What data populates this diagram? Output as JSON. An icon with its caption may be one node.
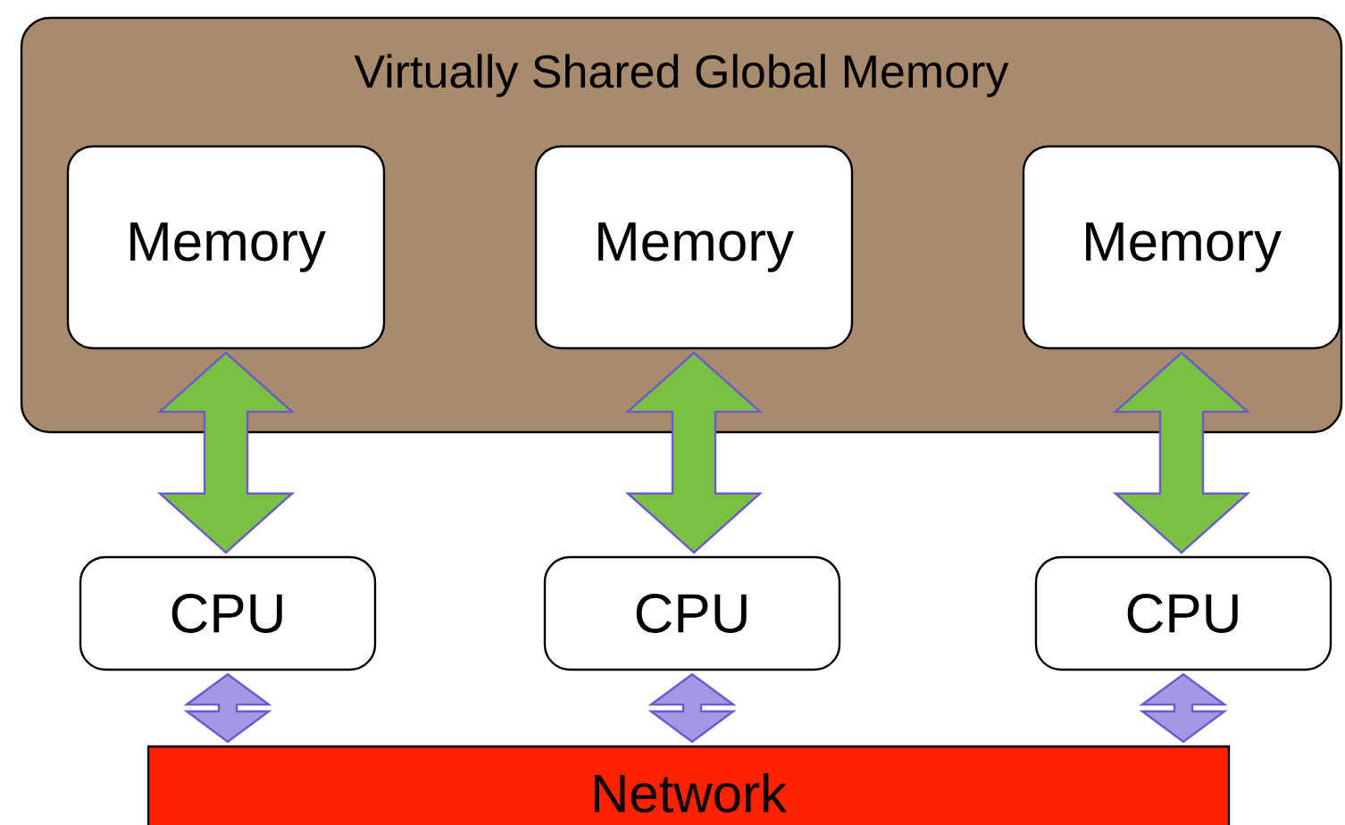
{
  "diagram": {
    "nodes": [
      {
        "text": [
          "Virtually Shared Global Memory"
        ]
      },
      {
        "text": [
          "Memory"
        ],
        "in": 0
      },
      {
        "text": [
          "Memory"
        ],
        "in": 0
      },
      {
        "text": [
          "Memory"
        ],
        "in": 0
      },
      {
        "text": [
          "CPU"
        ]
      },
      {
        "text": [
          "CPU"
        ]
      },
      {
        "text": [
          "CPU"
        ]
      },
      {
        "text": [
          "Network"
        ]
      }
    ],
    "edges": [
      {
        "from": 1,
        "to": 4,
        "arrow": "both",
        "style": "thick",
        "color": "#7ac143"
      },
      {
        "from": 2,
        "to": 5,
        "arrow": "both",
        "style": "thick",
        "color": "#7ac143"
      },
      {
        "from": 3,
        "to": 6,
        "arrow": "both",
        "style": "thick",
        "color": "#7ac143"
      },
      {
        "from": 4,
        "to": 7,
        "arrow": "both",
        "color": "#a497e6"
      },
      {
        "from": 5,
        "to": 7,
        "arrow": "both",
        "color": "#a497e6"
      },
      {
        "from": 6,
        "to": 7,
        "arrow": "both",
        "color": "#a497e6"
      }
    ]
  }
}
